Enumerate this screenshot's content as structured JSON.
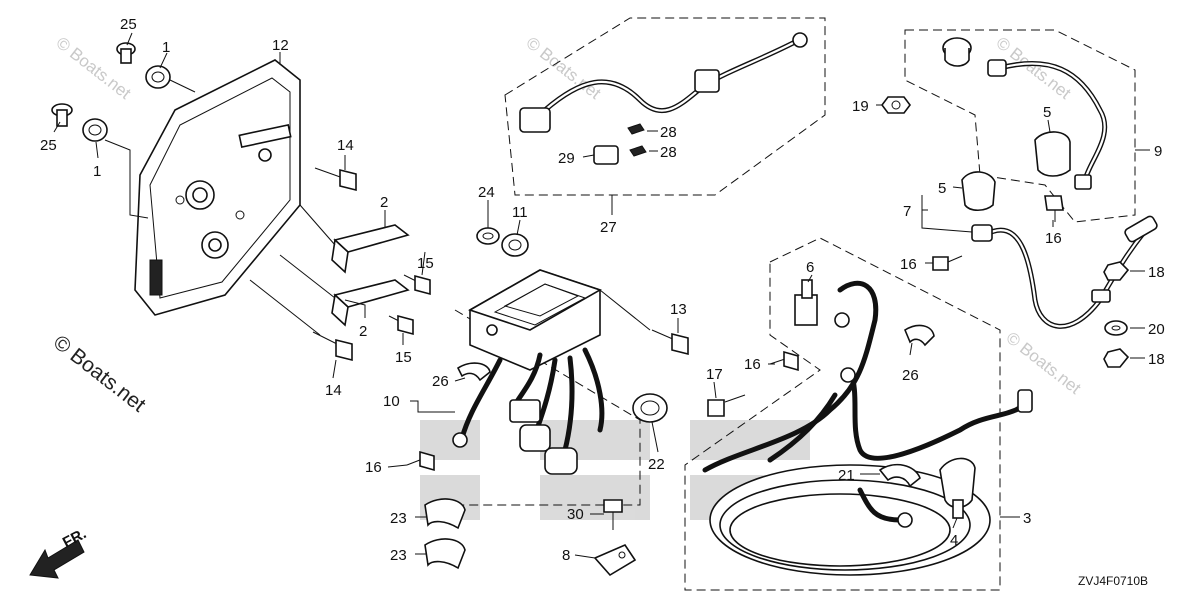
{
  "watermark": {
    "main": "© Boats.net",
    "faint": "© Boats.net"
  },
  "drawing_code": "ZVJ4F0710B",
  "direction_label": "FR.",
  "callouts": {
    "c1a": "1",
    "c1b": "1",
    "c2a": "2",
    "c2b": "2",
    "c3": "3",
    "c4": "4",
    "c5a": "5",
    "c5b": "5",
    "c6": "6",
    "c7": "7",
    "c8": "8",
    "c9": "9",
    "c10": "10",
    "c11": "11",
    "c12": "12",
    "c13": "13",
    "c14a": "14",
    "c14b": "14",
    "c15a": "15",
    "c15b": "15",
    "c16a": "16",
    "c16b": "16",
    "c16c": "16",
    "c16d": "16",
    "c17": "17",
    "c18a": "18",
    "c18b": "18",
    "c19": "19",
    "c20": "20",
    "c21": "21",
    "c22": "22",
    "c23a": "23",
    "c23b": "23",
    "c24": "24",
    "c25a": "25",
    "c25b": "25",
    "c26a": "26",
    "c26b": "26",
    "c27": "27",
    "c28a": "28",
    "c28b": "28",
    "c29": "29",
    "c30": "30"
  }
}
